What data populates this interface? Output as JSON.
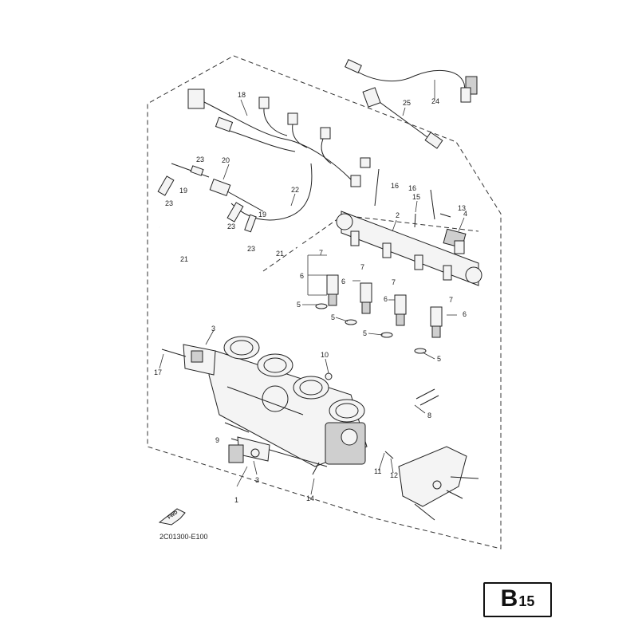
{
  "diagram_code": "2C01300-E100",
  "fwd_label": "FWD",
  "page_badge": {
    "letter": "B",
    "number": "15"
  },
  "callouts": [
    "1",
    "2",
    "3",
    "3",
    "4",
    "5",
    "5",
    "5",
    "5",
    "6",
    "6",
    "6",
    "6",
    "7",
    "7",
    "7",
    "7",
    "8",
    "9",
    "10",
    "11",
    "12",
    "13",
    "14",
    "15",
    "16",
    "16",
    "17",
    "18",
    "19",
    "19",
    "20",
    "21",
    "21",
    "22",
    "23",
    "23",
    "23",
    "23",
    "24",
    "25"
  ]
}
